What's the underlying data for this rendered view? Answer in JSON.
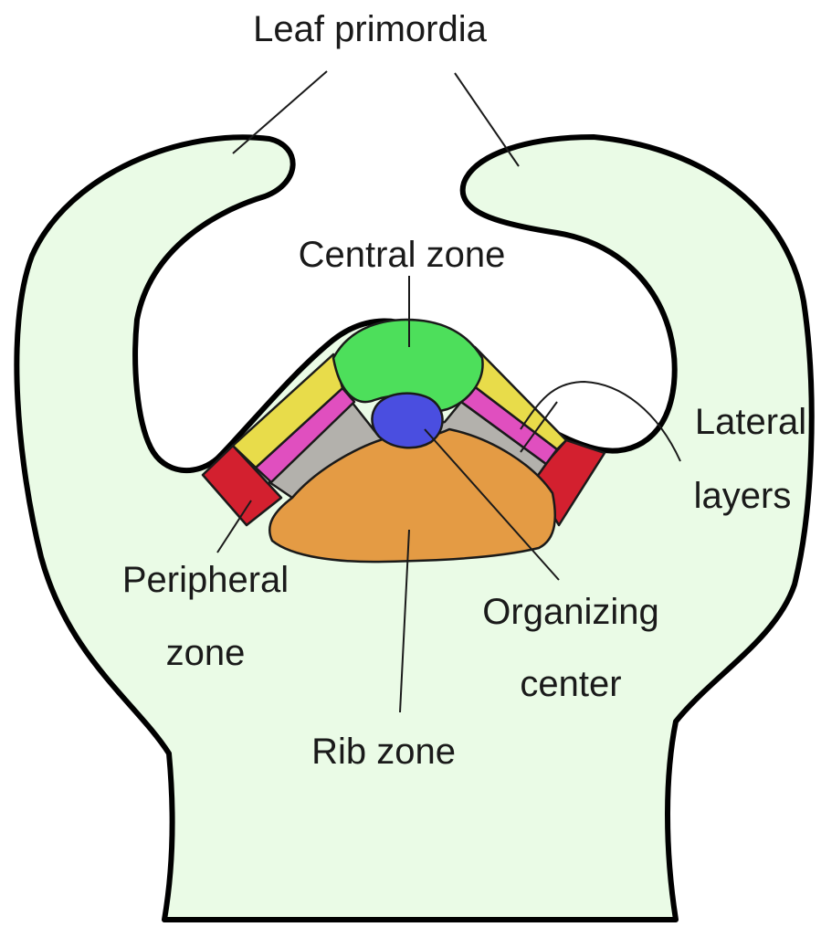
{
  "labels": {
    "leaf_primordia": "Leaf primordia",
    "central_zone": "Central zone",
    "lateral_line1": "Lateral",
    "lateral_line2": "layers",
    "peripheral_line1": "Peripheral",
    "peripheral_line2": "zone",
    "organizing_line1": "Organizing",
    "organizing_line2": "center",
    "rib_zone": "Rib zone"
  },
  "colors": {
    "background_tissue": "#eafbe6",
    "outline": "#000000",
    "central_zone": "#4ddf5b",
    "organizing_center": "#4a4ee0",
    "rib_zone": "#e49b44",
    "peripheral_zone": "#d3202f",
    "lateral_yellow": "#e8dc4a",
    "lateral_magenta": "#e04fbf",
    "lateral_gray": "#b3b1ac"
  }
}
